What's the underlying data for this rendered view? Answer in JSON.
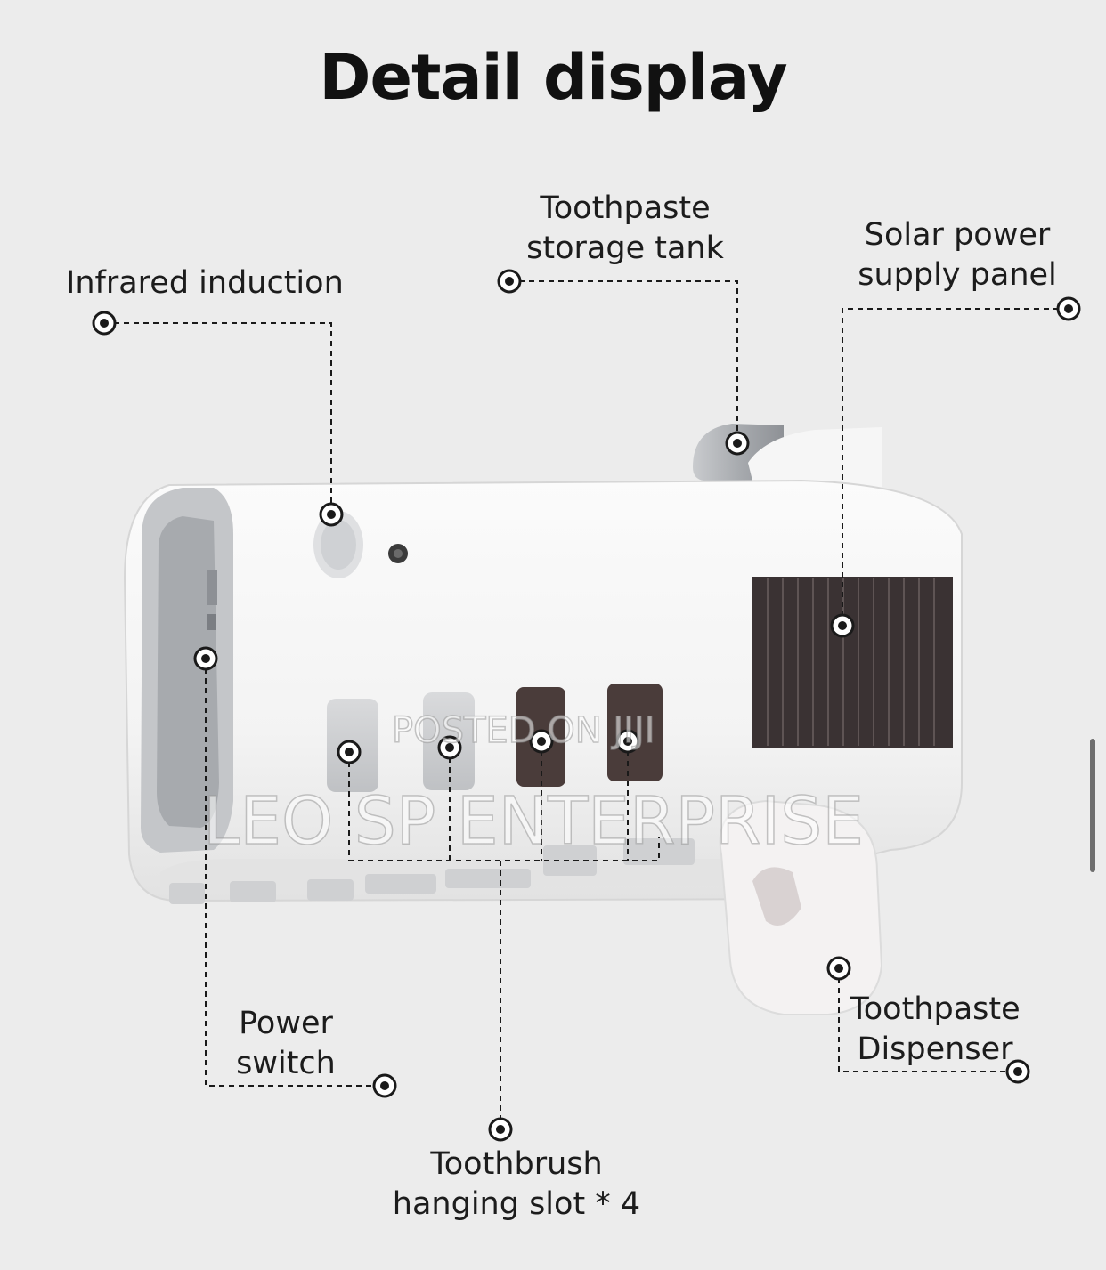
{
  "title": "Detail display",
  "labels": {
    "infrared": "Infrared induction",
    "tank_line1": "Toothpaste",
    "tank_line2": "storage tank",
    "solar_line1": "Solar power",
    "solar_line2": "supply panel",
    "power_line1": "Power",
    "power_line2": "switch",
    "slot_line1": "Toothbrush",
    "slot_line2": "hanging slot * 4",
    "dispenser_line1": "Toothpaste",
    "dispenser_line2": "Dispenser"
  },
  "watermark": {
    "small": "POSTED ON JIJI",
    "large": "LEO SP ENTERPRISE"
  },
  "colors": {
    "background": "#ececec",
    "body": "#f7f7f7",
    "cavity": "#b3b5b8",
    "solar_panel": "#3a3233",
    "slot_dark": "#4a3c3a",
    "leader": "#1a1a1a"
  },
  "icons": [
    "callout-target-icon"
  ]
}
